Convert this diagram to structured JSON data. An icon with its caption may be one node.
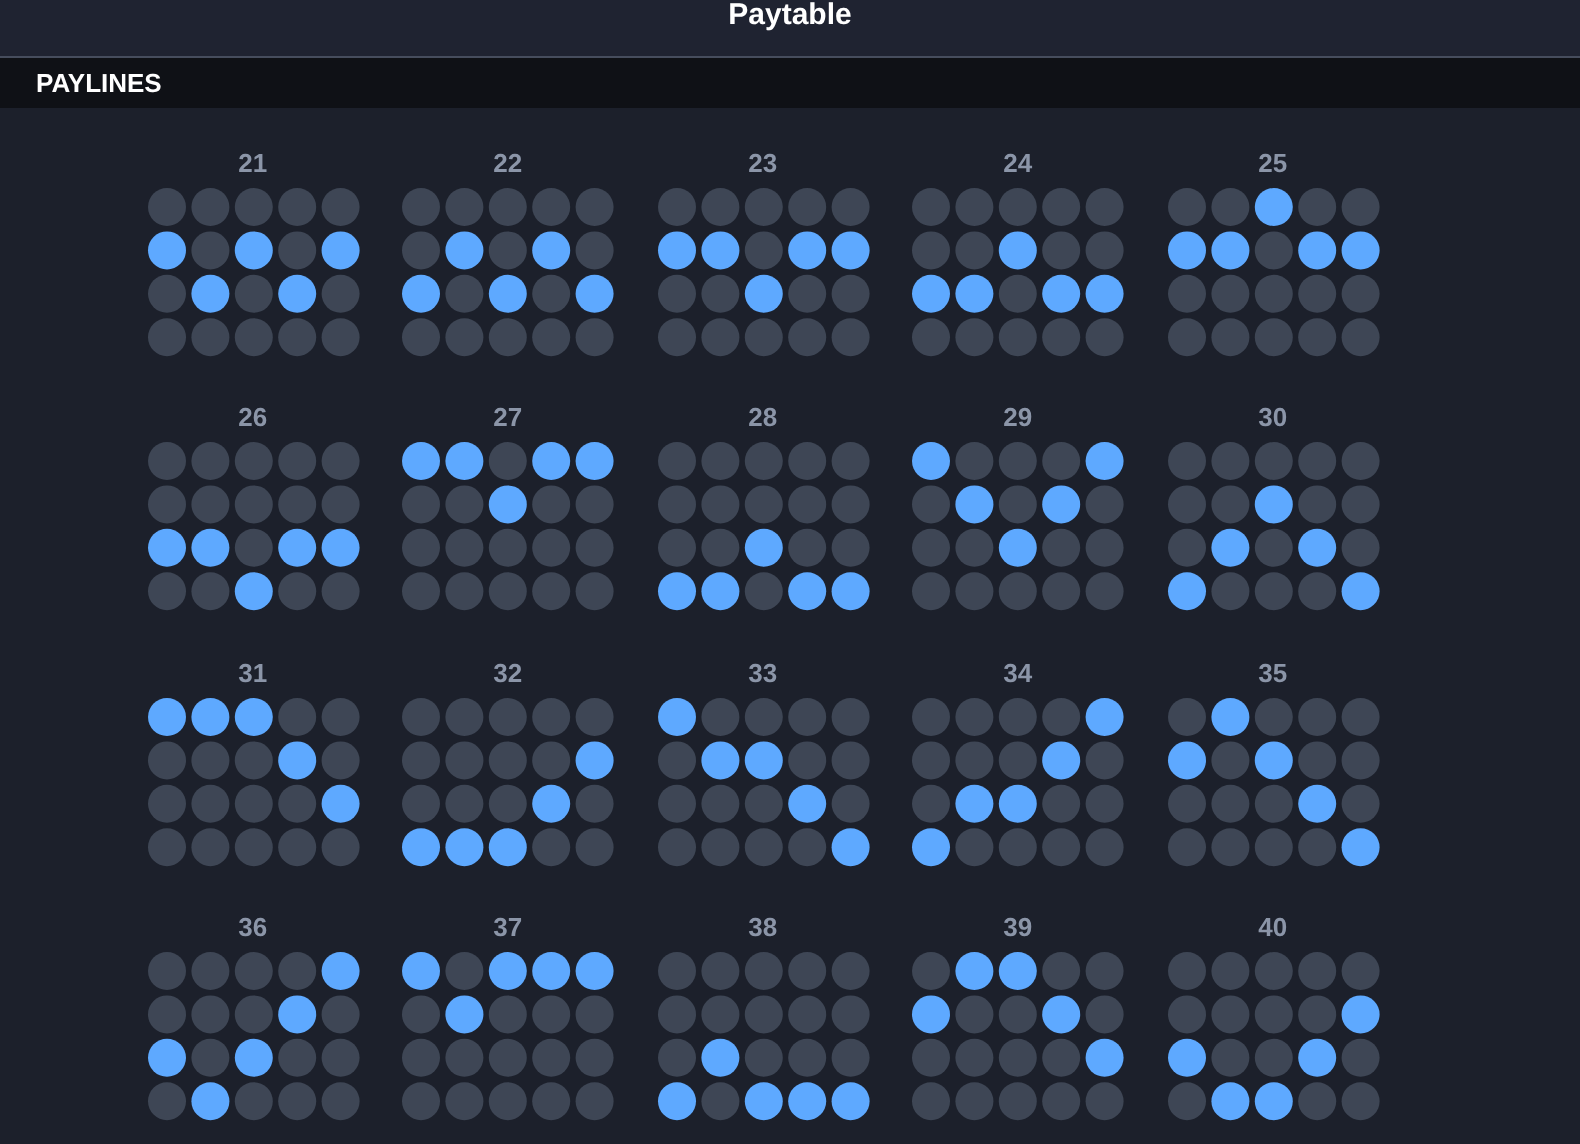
{
  "diagram": {
    "title": "Paytable",
    "nodes": [
      {
        "text": [
          "PAYLINES"
        ]
      }
    ],
    "labels": [
      "21",
      "22",
      "23",
      "24",
      "25",
      "26",
      "27",
      "28",
      "29",
      "30",
      "31",
      "32",
      "33",
      "34",
      "35",
      "36",
      "37",
      "38",
      "39",
      "40"
    ]
  }
}
